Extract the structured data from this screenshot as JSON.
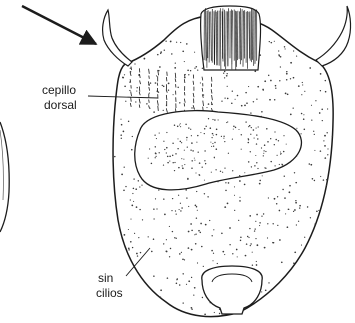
{
  "figure": {
    "colors": {
      "ink": "#1c1c1c",
      "paper": "#ffffff",
      "stipple": "#3a3a3a"
    },
    "labels": {
      "dorsal_brush_line1": "cepillo",
      "dorsal_brush_line2": "dorsal",
      "no_cilia_line1": "sin",
      "no_cilia_line2": "cilios"
    }
  }
}
